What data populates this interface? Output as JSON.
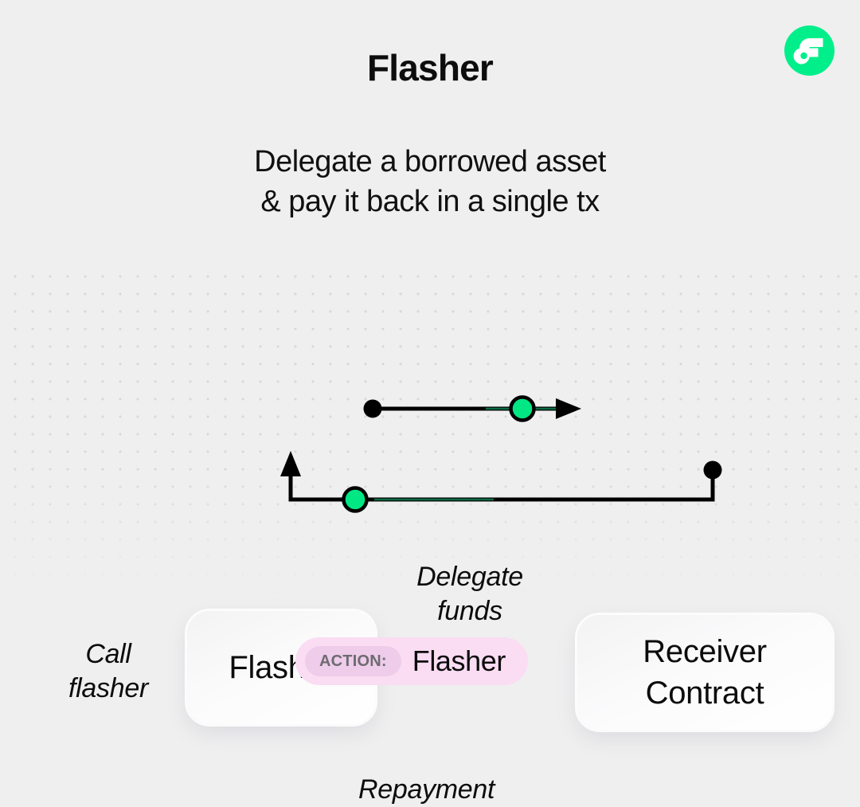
{
  "brand": {
    "logo_icon": "flow-logo-icon",
    "logo_color": "#00EF8B",
    "logo_mark_color": "#FFFFFF",
    "logo_accent_color": "#16FF99"
  },
  "header": {
    "title": "Flasher",
    "subtitle": "Delegate a borrowed asset\n& pay it back in a single tx"
  },
  "diagram": {
    "background_color": "#EFEFEF",
    "dot_color": "#D8D8D8",
    "accent_color": "#00E784",
    "line_color": "#000000",
    "nodes": [
      {
        "id": "flasher",
        "label": "Flasher"
      },
      {
        "id": "receiver",
        "label": "Receiver\nContract"
      }
    ],
    "labels": {
      "call_flasher": "Call\nflasher",
      "delegate_funds": "Delegate\nfunds",
      "repayment": "Repayment"
    },
    "edges": [
      {
        "id": "delegate-funds-edge",
        "from": "flasher",
        "to": "receiver",
        "label": "Delegate\nfunds",
        "start_marker": "black-dot",
        "mid_marker": "green-dot",
        "end_marker": "arrowhead"
      },
      {
        "id": "repayment-edge",
        "from": "receiver",
        "to": "flasher",
        "label": "Repayment",
        "start_marker": "black-dot",
        "mid_marker": "green-dot",
        "end_marker": "arrowhead"
      }
    ]
  },
  "footer": {
    "badge_tag": "ACTION:",
    "badge_value": "Flasher",
    "badge_bg": "#FADCF3",
    "badge_tag_bg": "#EECCEA",
    "badge_tag_color": "#6E6B70"
  }
}
